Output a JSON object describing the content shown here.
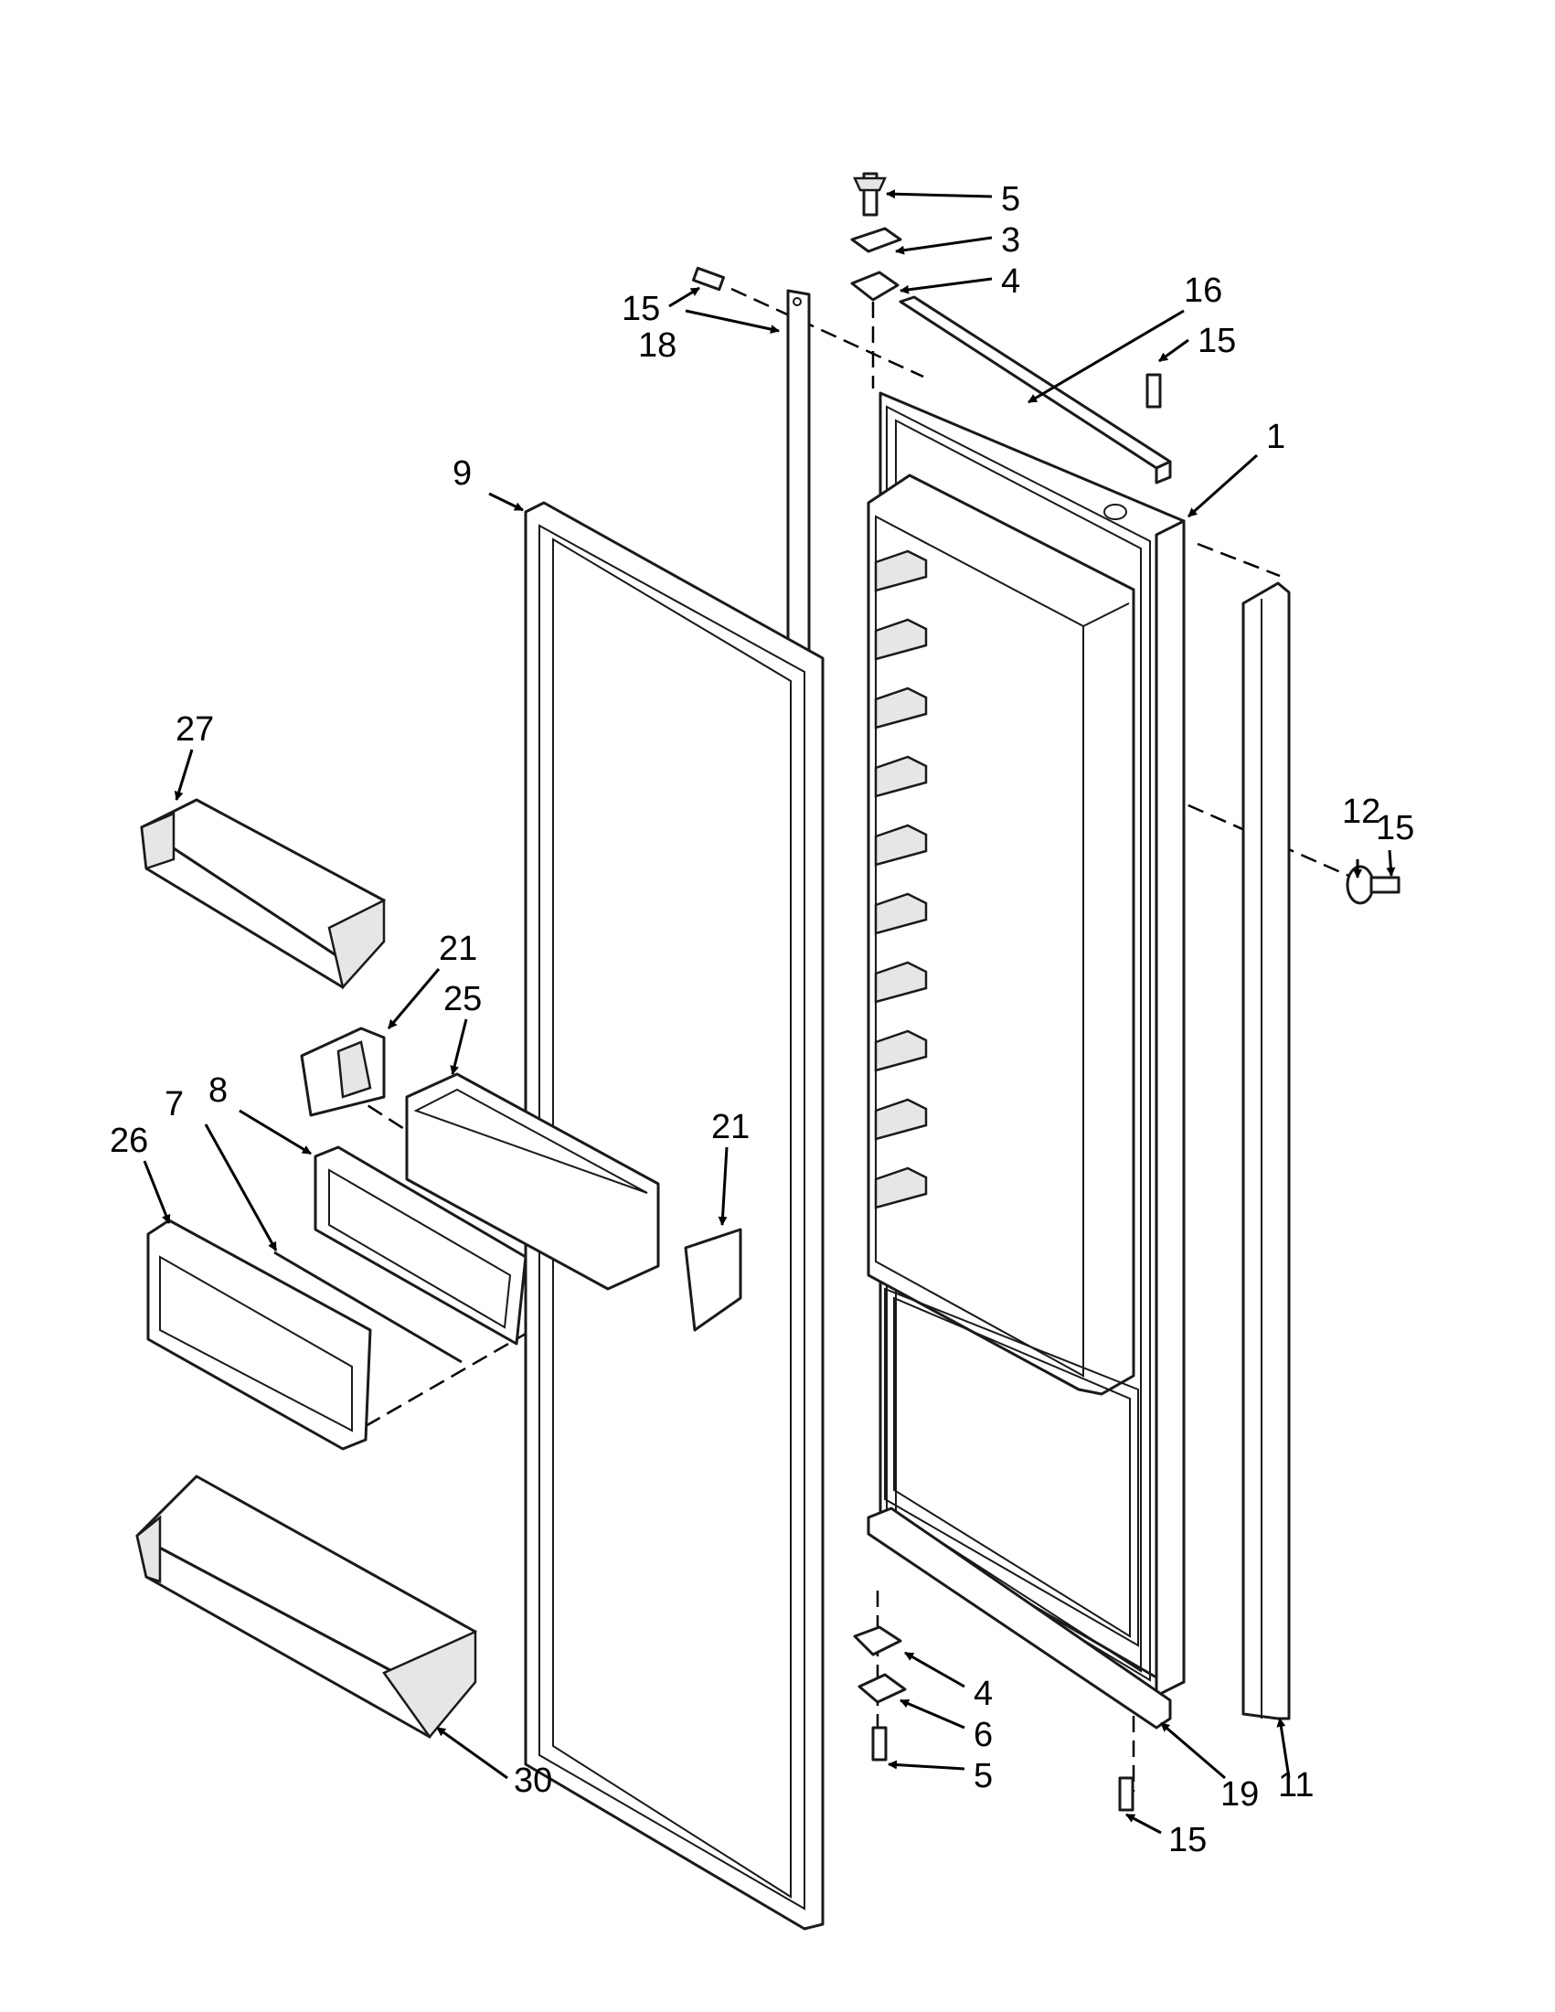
{
  "callouts": {
    "c1": "1",
    "c3": "3",
    "c4_top": "4",
    "c4_bottom": "4",
    "c5_top": "5",
    "c5_bottom": "5",
    "c6": "6",
    "c7": "7",
    "c8": "8",
    "c9": "9",
    "c11": "11",
    "c12": "12",
    "c15_top_left": "15",
    "c15_top_right": "15",
    "c15_right": "15",
    "c15_bottom": "15",
    "c16": "16",
    "c18": "18",
    "c19": "19",
    "c21_upper": "21",
    "c21_lower": "21",
    "c25": "25",
    "c26": "26",
    "c27": "27",
    "c30": "30"
  },
  "colors": {
    "line": "#1a1a1a",
    "shade": "#e6e6e6",
    "background": "#ffffff"
  }
}
